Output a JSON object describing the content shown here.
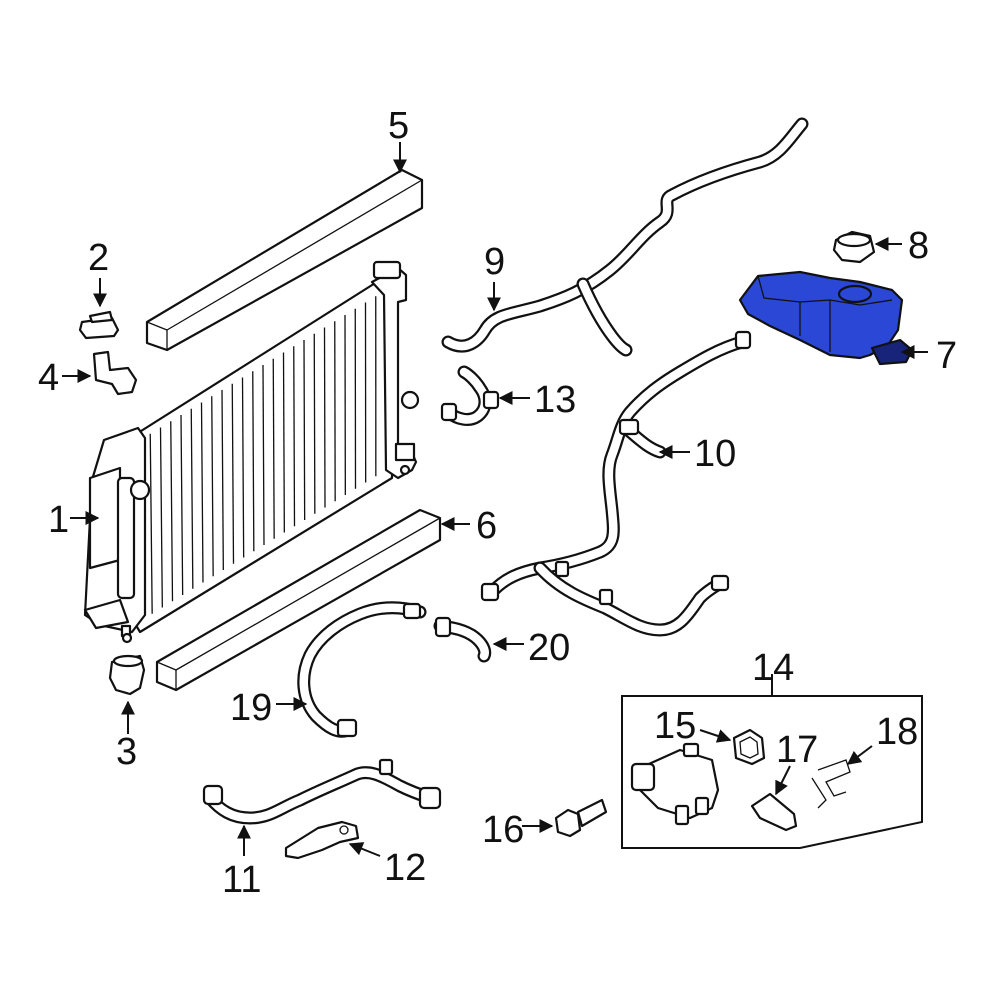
{
  "diagram": {
    "callouts": [
      "1",
      "2",
      "3",
      "4",
      "5",
      "6",
      "7",
      "8",
      "9",
      "10",
      "11",
      "12",
      "13",
      "14",
      "15",
      "16",
      "17",
      "18",
      "19",
      "20"
    ],
    "colors": {
      "line": "#111111",
      "background": "#ffffff",
      "highlight": "#2a47d6",
      "highlight_shadow": "#17247a"
    }
  }
}
